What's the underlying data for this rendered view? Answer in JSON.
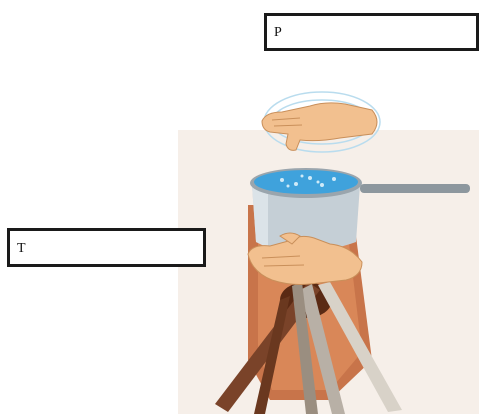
{
  "labels": {
    "p": "P",
    "t": "T"
  },
  "colors": {
    "box_border": "#1a1a1a",
    "water": "#3fa2dc",
    "pot": "#c5cfd6",
    "stove": "#c8744a",
    "skin": "#f2c08f",
    "wood": "#7a4329"
  },
  "icons": {
    "top_hand": "hand-icon",
    "side_hand": "hand-icon",
    "pot": "cooking-pot",
    "fire": "wood-fire"
  }
}
